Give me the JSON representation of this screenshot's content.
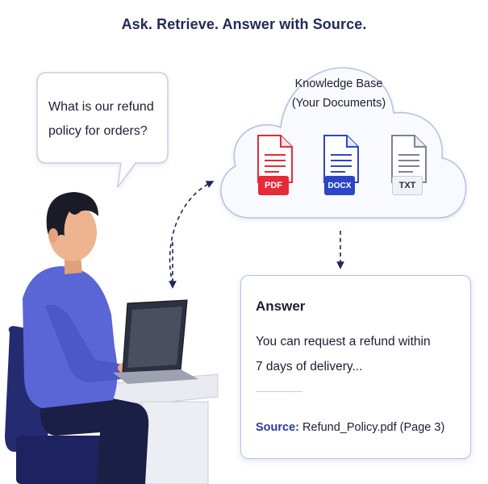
{
  "title": "Ask. Retrieve. Answer with Source.",
  "question": {
    "line1": "What is our refund",
    "line2": "policy for orders?"
  },
  "knowledge_base": {
    "title": "Knowledge Base",
    "subtitle": "(Your Documents)",
    "documents": [
      {
        "label": "PDF",
        "color": "#e62a38"
      },
      {
        "label": "DOCX",
        "color": "#2c46c6"
      },
      {
        "label": "TXT",
        "color": "#9a9cac"
      }
    ]
  },
  "answer": {
    "heading": "Answer",
    "line1": "You can request a refund within",
    "line2": "7 days of delivery...",
    "source_label": "Source:",
    "source_value": "Refund_Policy.pdf (Page 3)"
  },
  "colors": {
    "title": "#242a57",
    "arrow": "#23265a",
    "bubble_border": "#c9cfe2",
    "cloud_border": "#b7c3e3",
    "shirt": "#5a66d6",
    "chair": "#252b70",
    "accent": "#2a3a9a"
  }
}
